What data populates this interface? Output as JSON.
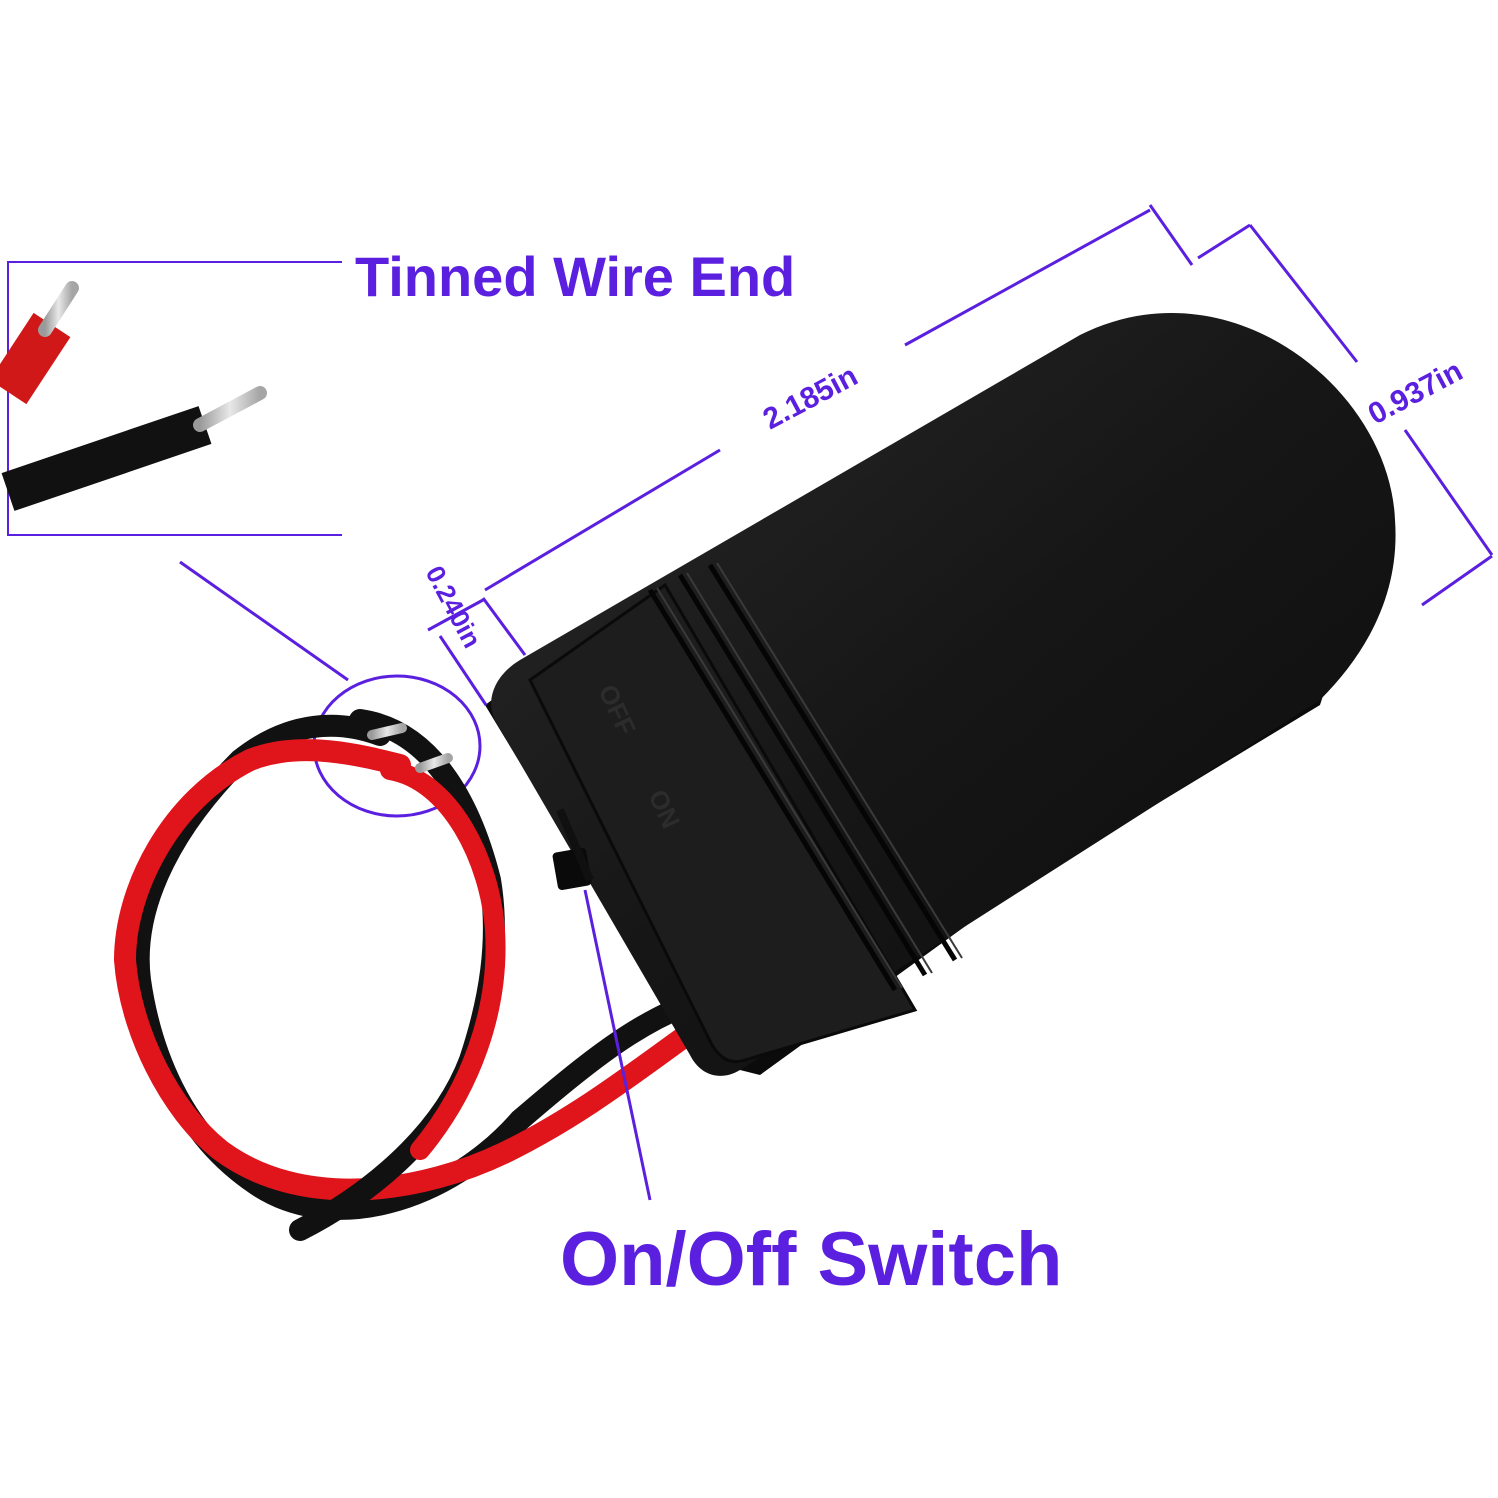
{
  "callouts": {
    "tinned_wire_end": "Tinned Wire End",
    "on_off_switch": "On/Off Switch"
  },
  "dimensions": {
    "length": "2.185in",
    "width": "0.937in",
    "thickness": "0.240in"
  },
  "switch_markings": {
    "off": "OFF",
    "on": "ON"
  },
  "colors": {
    "annotation": "#5b1fe0",
    "holder_body": "#161616",
    "wire_red": "#e0141b",
    "wire_black": "#111111",
    "tinned_metal": "#c9c9c9"
  }
}
